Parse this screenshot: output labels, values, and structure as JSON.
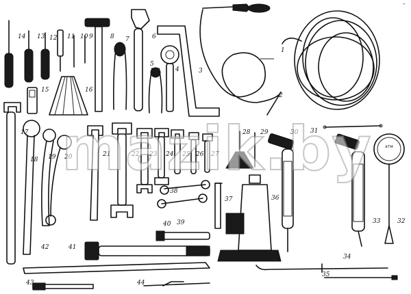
{
  "watermark": "mazik.by",
  "corner_mark": "-",
  "callouts": [
    "1",
    "2",
    "3",
    "4",
    "5",
    "6",
    "7",
    "8",
    "9",
    "10",
    "11",
    "12",
    "13",
    "14",
    "15",
    "16",
    "17",
    "18",
    "19",
    "20",
    "21",
    "22",
    "23",
    "24",
    "25",
    "26",
    "27",
    "28",
    "29",
    "30",
    "31",
    "32",
    "33",
    "34",
    "35",
    "36",
    "37",
    "38",
    "39",
    "40",
    "41",
    "42",
    "43",
    "44"
  ],
  "gauge_scale_text": "атм"
}
